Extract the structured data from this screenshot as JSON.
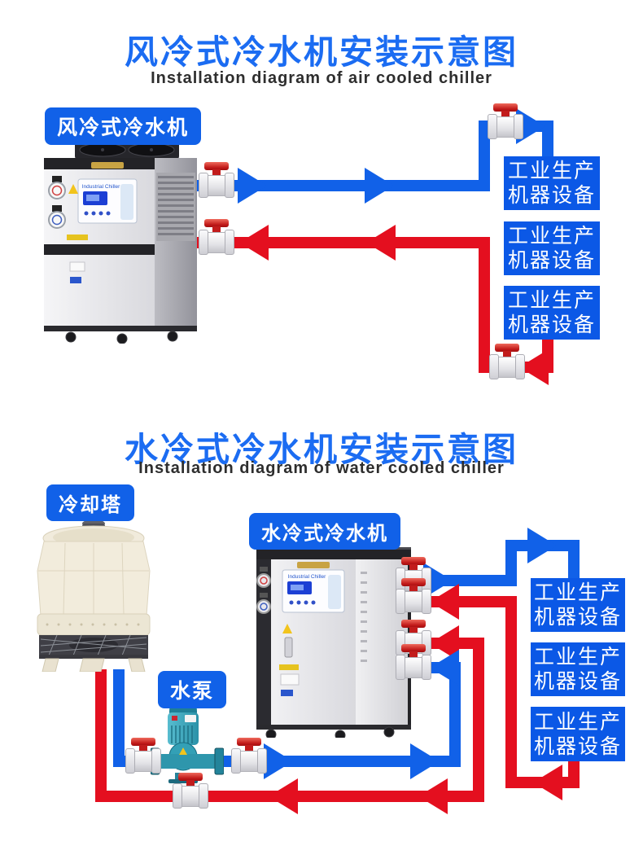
{
  "colors": {
    "title_blue": "#1b6cf2",
    "pipe_blue": "#1161e8",
    "pipe_red": "#e40f1f",
    "box_blue": "#0b58e6",
    "label_bg": "#1161e8",
    "valve_handle_red": "#c21c1c"
  },
  "diagram1": {
    "title": "风冷式冷水机安装示意图",
    "subtitle": "Installation diagram of air cooled chiller",
    "machine_label": "风冷式冷水机",
    "panel_brand": "Industrial Chiller",
    "boxes": [
      {
        "line1": "工业生产",
        "line2": "机器设备"
      },
      {
        "line1": "工业生产",
        "line2": "机器设备"
      },
      {
        "line1": "工业生产",
        "line2": "机器设备"
      }
    ]
  },
  "diagram2": {
    "title": "水冷式冷水机安装示意图",
    "subtitle": "Installation diagram of water cooled chiller",
    "tower_label": "冷却塔",
    "machine_label": "水冷式冷水机",
    "pump_label": "水泵",
    "panel_brand": "Industrial Chiller",
    "boxes": [
      {
        "line1": "工业生产",
        "line2": "机器设备"
      },
      {
        "line1": "工业生产",
        "line2": "机器设备"
      },
      {
        "line1": "工业生产",
        "line2": "机器设备"
      }
    ]
  }
}
